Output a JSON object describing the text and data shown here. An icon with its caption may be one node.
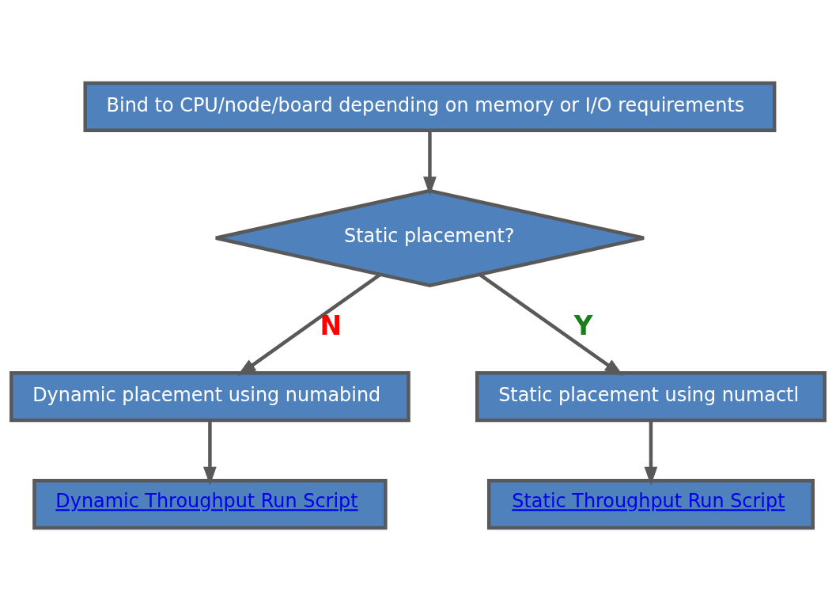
{
  "diagram": {
    "nodes": [
      {
        "text": [
          "Bind to CPU/node/board depending on memory or I/O requirements"
        ]
      },
      {
        "text": [
          "Static placement?"
        ]
      },
      {
        "text": [
          "Dynamic placement using numabind"
        ]
      },
      {
        "text": [
          "Static placement using numactl"
        ]
      },
      {
        "text": [
          "Dynamic Throughput Run Script"
        ]
      },
      {
        "text": [
          "Static Throughput Run Script"
        ]
      }
    ],
    "edges": [
      {
        "from": 0,
        "to": 1,
        "arrow": "to"
      },
      {
        "from": 1,
        "to": 2,
        "arrow": "to",
        "label": "N"
      },
      {
        "from": 1,
        "to": 3,
        "arrow": "to",
        "label": "Y"
      },
      {
        "from": 2,
        "to": 4,
        "arrow": "to"
      },
      {
        "from": 3,
        "to": 5,
        "arrow": "to"
      }
    ]
  }
}
